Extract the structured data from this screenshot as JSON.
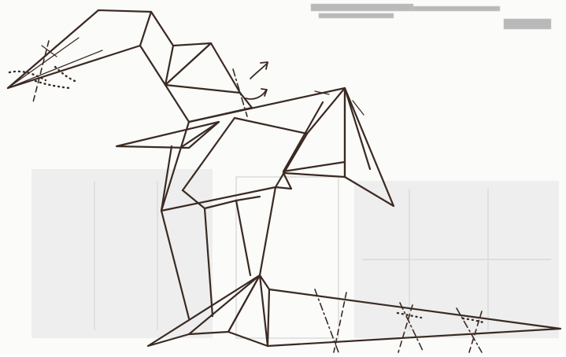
{
  "diagram": {
    "kind": "origami folding diagram",
    "has_printed_text": false
  },
  "colors": {
    "paper": "#fbfbfa",
    "line": "#3a2a22",
    "bleed_through": "#d9d9d9"
  },
  "symbols": [
    "valley-fold-line",
    "mountain-fold-line",
    "fold-arrow",
    "x-marker"
  ]
}
